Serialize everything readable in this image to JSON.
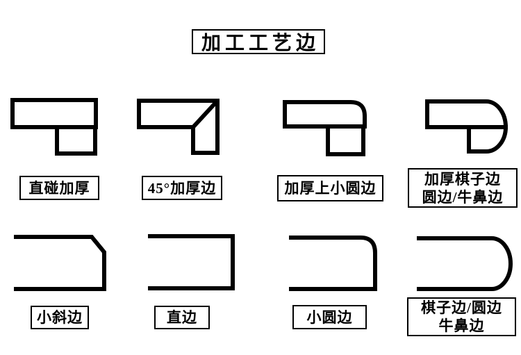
{
  "title": "加工工艺边",
  "colors": {
    "line": "#000000",
    "background": "#ffffff",
    "text": "#000000"
  },
  "row1": [
    {
      "label": "直碰加厚",
      "icon": "butt-joint-thickened-edge-profile"
    },
    {
      "label": "45°加厚边",
      "icon": "45-degree-mitered-thickened-edge-profile"
    },
    {
      "label": "加厚上小圆边",
      "icon": "thickened-small-round-top-edge-profile"
    },
    {
      "line1": "加厚棋子边",
      "line2": "圆边/牛鼻边",
      "icon": "thickened-bullnose-round-edge-profile"
    }
  ],
  "row2": [
    {
      "label": "小斜边",
      "icon": "small-bevel-edge-profile"
    },
    {
      "label": "直边",
      "icon": "straight-edge-profile"
    },
    {
      "label": "小圆边",
      "icon": "small-round-edge-profile"
    },
    {
      "line1": "棋子边/圆边",
      "line2": "牛鼻边",
      "icon": "bullnose-round-edge-profile"
    }
  ]
}
